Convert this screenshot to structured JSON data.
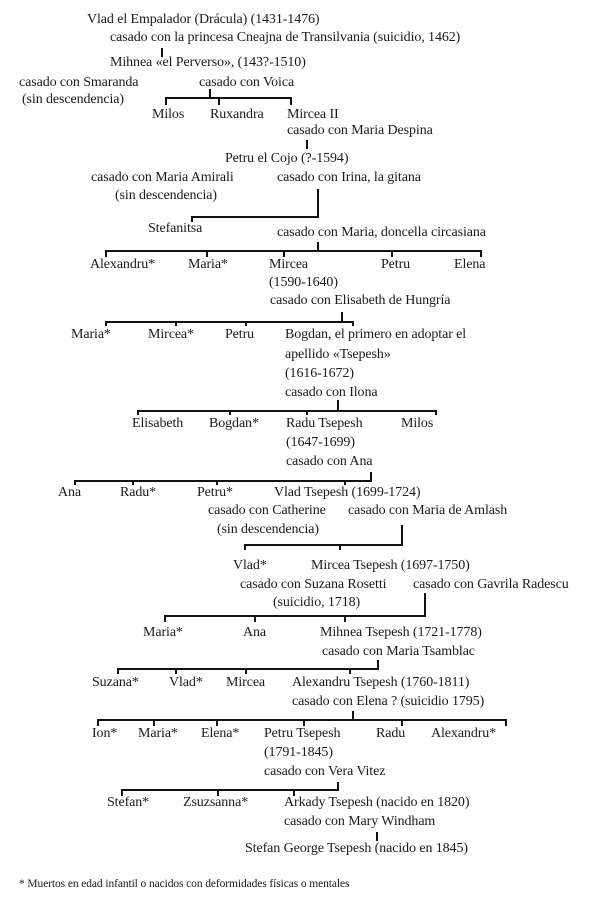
{
  "entries": [
    "Vlad el Empalador (Drácula) (1431-1476)",
    "casado con la princesa Cneajna de Transilvania (suicidio, 1462)",
    "Mihnea «el Perverso», (143?-1510)",
    "casado con Smaranda",
    "(sin descendencia)",
    "casado con Voica",
    "Milos",
    "Ruxandra",
    "Mircea II",
    "casado con Maria Despina",
    "Petru el Cojo (?-1594)",
    "casado con Maria Amirali",
    "casado con Irina, la gitana",
    "(sin descendencia)",
    "Stefanitsa",
    "casado con Maria, doncella circasiana",
    "Alexandru*",
    "Maria*",
    "Mircea",
    "Petru",
    "Elena",
    "(1590-1640)",
    "casado con Elisabeth de Hungría",
    "Maria*",
    "Mircea*",
    "Petru",
    "Bogdan, el primero en adoptar el",
    "apellido «Tsepesh»",
    "(1616-1672)",
    "casado con Ilona",
    "Elisabeth",
    "Bogdan*",
    "Radu Tsepesh",
    "Milos",
    "(1647-1699)",
    "casado con Ana",
    "Ana",
    "Radu*",
    "Petru*",
    "Vlad Tsepesh (1699-1724)",
    "casado con Catherine",
    "casado con Maria de Amlash",
    "(sin descendencia)",
    "Vlad*",
    "Mircea Tsepesh (1697-1750)",
    "casado con Suzana Rosetti",
    "casado con Gavrila Radescu",
    "(suicidio, 1718)",
    "Maria*",
    "Ana",
    "Mihnea Tsepesh (1721-1778)",
    "casado con Maria Tsamblac",
    "Suzana*",
    "Vlad*",
    "Mircea",
    "Alexandru Tsepesh (1760-1811)",
    "casado con Elena ? (suicidio 1795)",
    "Ion*",
    "Maria*",
    "Elena*",
    "Petru Tsepesh",
    "Radu",
    "Alexandru*",
    "(1791-1845)",
    "casado con Vera Vitez",
    "Stefan*",
    "Zsuzsanna*",
    "Arkady Tsepesh (nacido en 1820)",
    "casado con Mary Windham",
    "Stefan George Tsepesh (nacido en 1845)"
  ],
  "footnote": "* Muertos en edad infantil o nacidos con deformidades físicas o mentales"
}
